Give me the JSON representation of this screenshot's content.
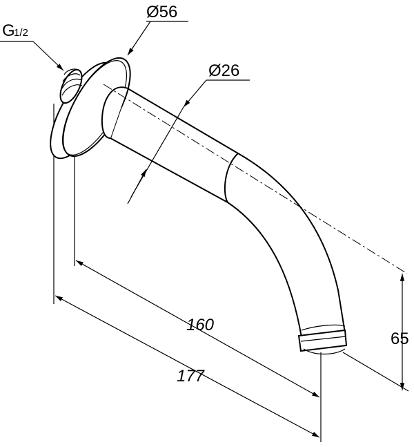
{
  "labels": {
    "thread": "G",
    "thread_size": "1/2",
    "flange_diameter": "Ø56",
    "pipe_diameter": "Ø26",
    "length_inner": "160",
    "length_total": "177",
    "height": "65"
  }
}
